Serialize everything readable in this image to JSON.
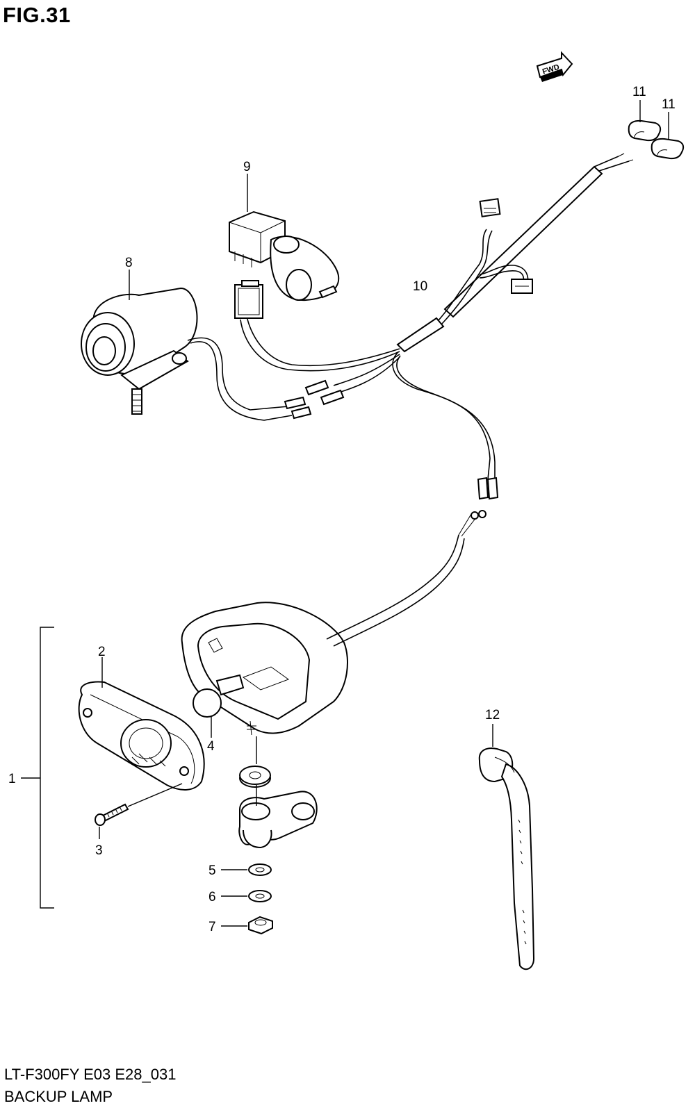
{
  "figure": {
    "title": "FIG.31",
    "model_code": "LT-F300FY E03 E28_031",
    "caption": "BACKUP LAMP"
  },
  "fwd_arrow": {
    "text": "FWD",
    "icon": "fwd-arrow-icon"
  },
  "callouts": {
    "p1": "1",
    "p2": "2",
    "p3": "3",
    "p4": "4",
    "p5": "5",
    "p6": "6",
    "p7": "7",
    "p8": "8",
    "p9": "9",
    "p10": "10",
    "p11a": "11",
    "p11b": "11",
    "p12": "12"
  }
}
